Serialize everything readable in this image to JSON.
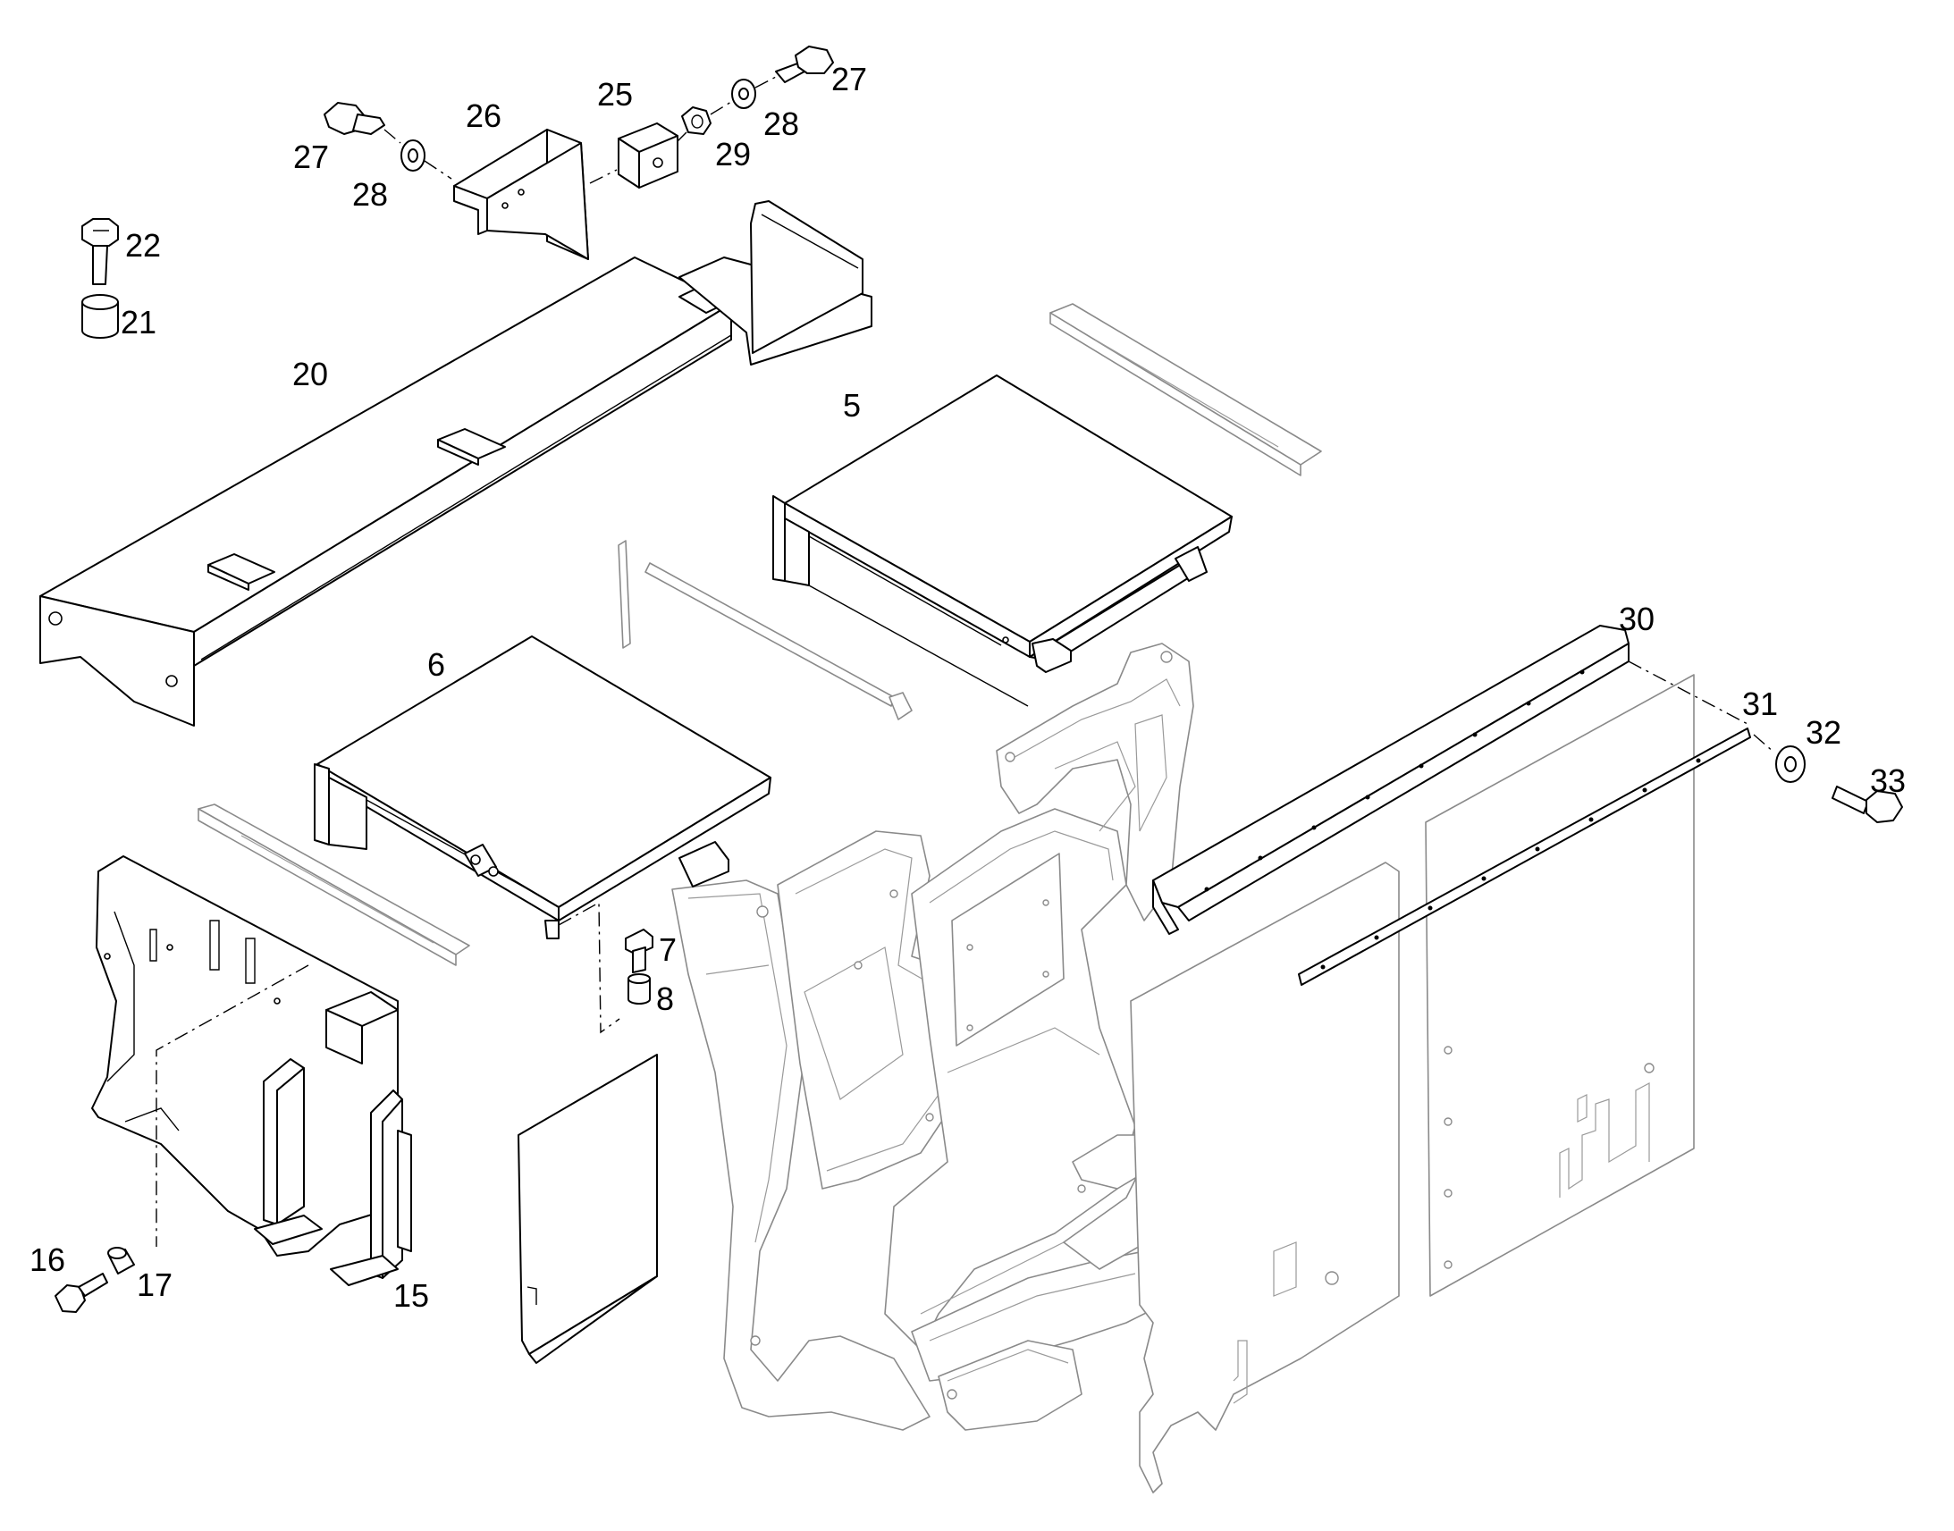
{
  "diagram": {
    "callouts": [
      "5",
      "6",
      "7",
      "8",
      "15",
      "16",
      "17",
      "20",
      "21",
      "22",
      "25",
      "26",
      "27",
      "27",
      "28",
      "28",
      "29",
      "30",
      "31",
      "32",
      "33"
    ]
  }
}
